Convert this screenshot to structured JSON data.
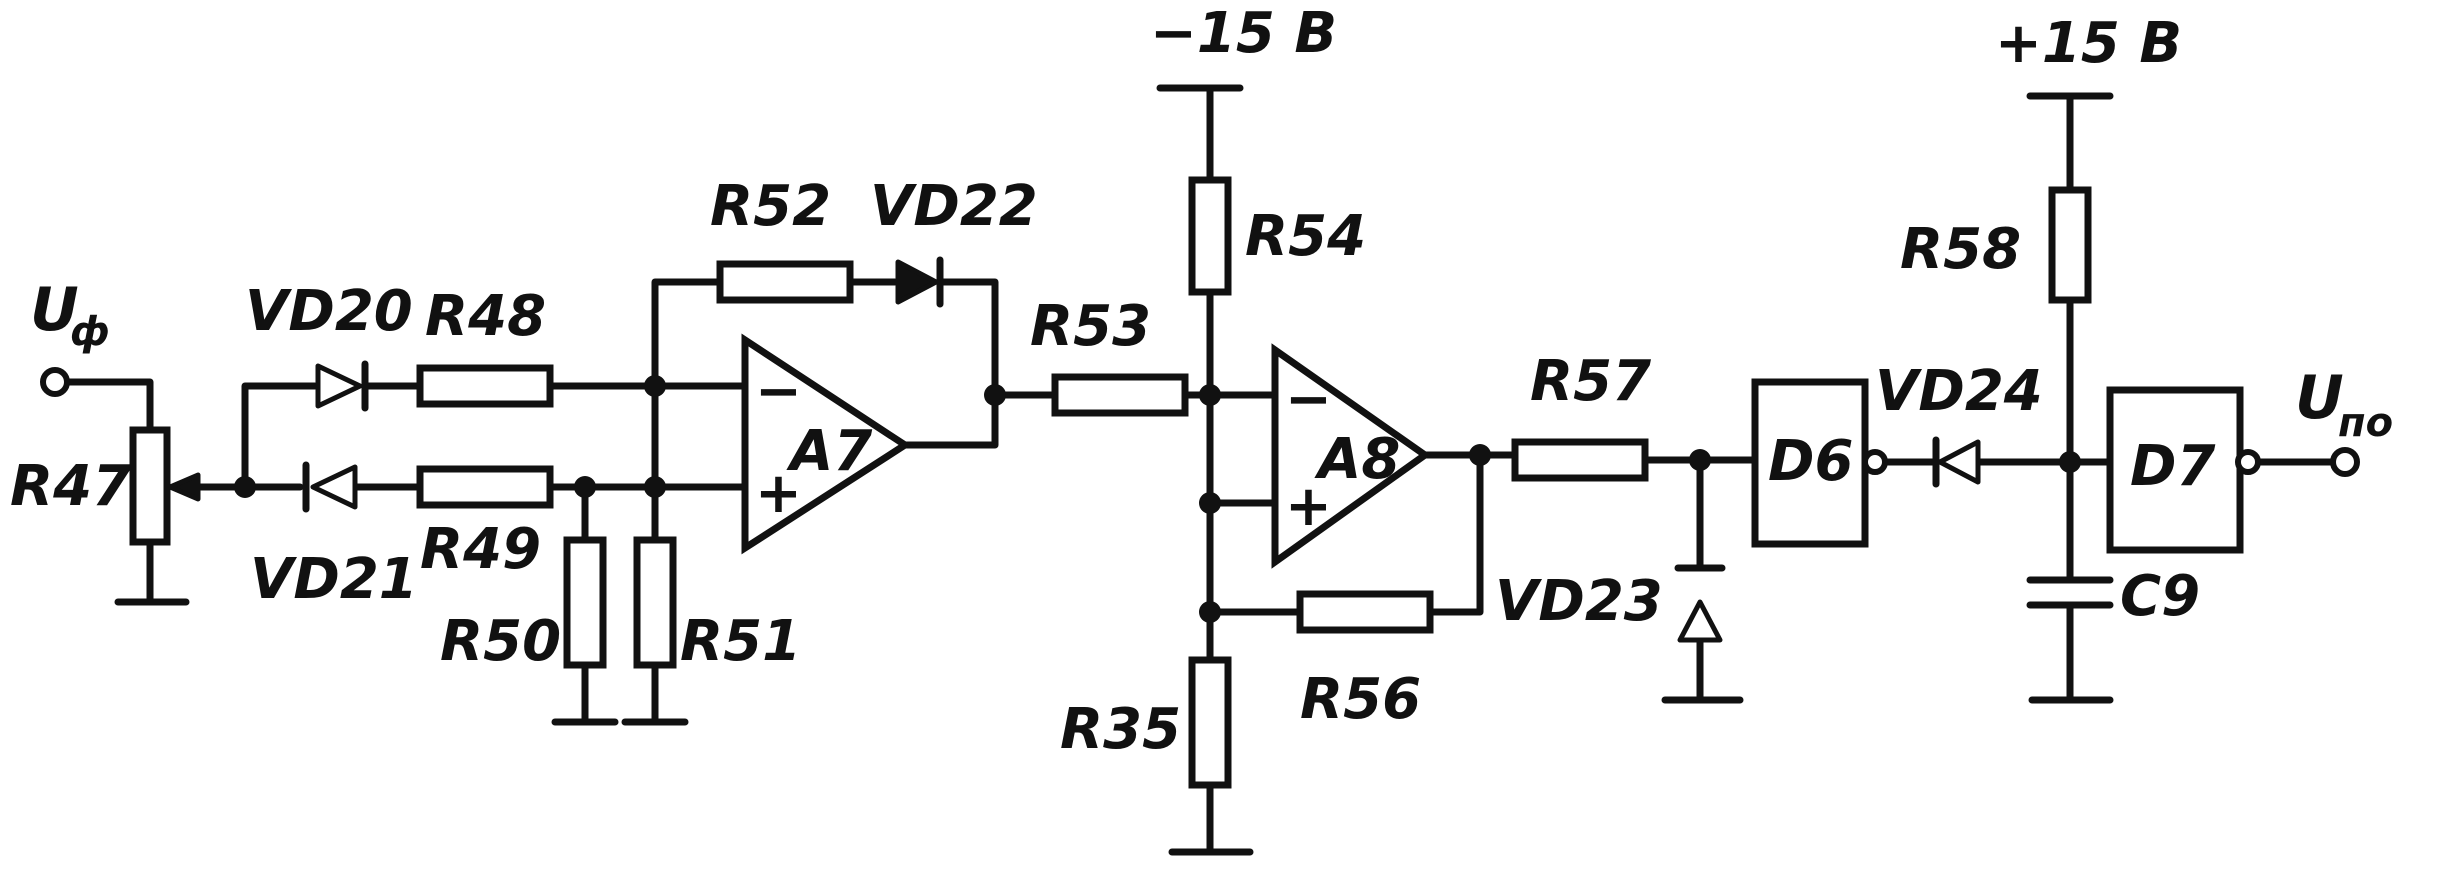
{
  "supply": {
    "negative": "−15 В",
    "positive": "+15 В"
  },
  "terminals": {
    "input": {
      "symbol": "U",
      "subscript": "ф"
    },
    "output": {
      "symbol": "U",
      "subscript": "по"
    }
  },
  "resistors": {
    "r47": "R47",
    "r48": "R48",
    "r49": "R49",
    "r50": "R50",
    "r51": "R51",
    "r52": "R52",
    "r53": "R53",
    "r54": "R54",
    "r35": "R35",
    "r56": "R56",
    "r57": "R57",
    "r58": "R58"
  },
  "diodes": {
    "vd20": "VD20",
    "vd21": "VD21",
    "vd22": "VD22",
    "vd23": "VD23",
    "vd24": "VD24"
  },
  "opamps": {
    "a7": {
      "label": "A7",
      "minus": "−",
      "plus": "+"
    },
    "a8": {
      "label": "A8",
      "minus": "−",
      "plus": "+"
    }
  },
  "logic": {
    "d6": "D6",
    "d7": "D7"
  },
  "capacitors": {
    "c9": "C9"
  }
}
